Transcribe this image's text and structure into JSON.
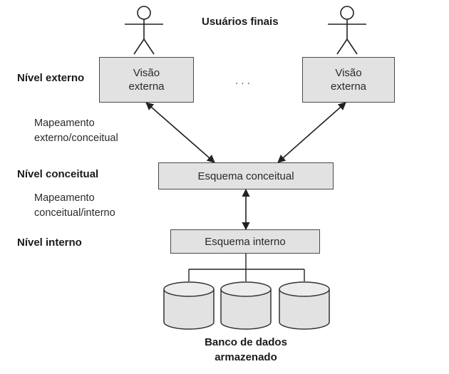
{
  "top_label": "Usuários finais",
  "levels": {
    "externo": "Nível externo",
    "conceitual": "Nível conceitual",
    "interno": "Nível interno"
  },
  "mappings": {
    "externo_conceitual": [
      "Mapeamento",
      "externo/conceitual"
    ],
    "conceitual_interno": [
      "Mapeamento",
      "conceitual/interno"
    ]
  },
  "external_views": [
    {
      "line1": "Visão",
      "line2": "externa"
    },
    {
      "line1": "Visão",
      "line2": "externa"
    }
  ],
  "ellipsis": ". . .",
  "conceptual_schema": "Esquema conceitual",
  "internal_schema": "Esquema interno",
  "storage": [
    "Banco de dados",
    "armazenado"
  ],
  "colors": {
    "box_fill": "#e2e2e2",
    "stroke": "#222222"
  }
}
